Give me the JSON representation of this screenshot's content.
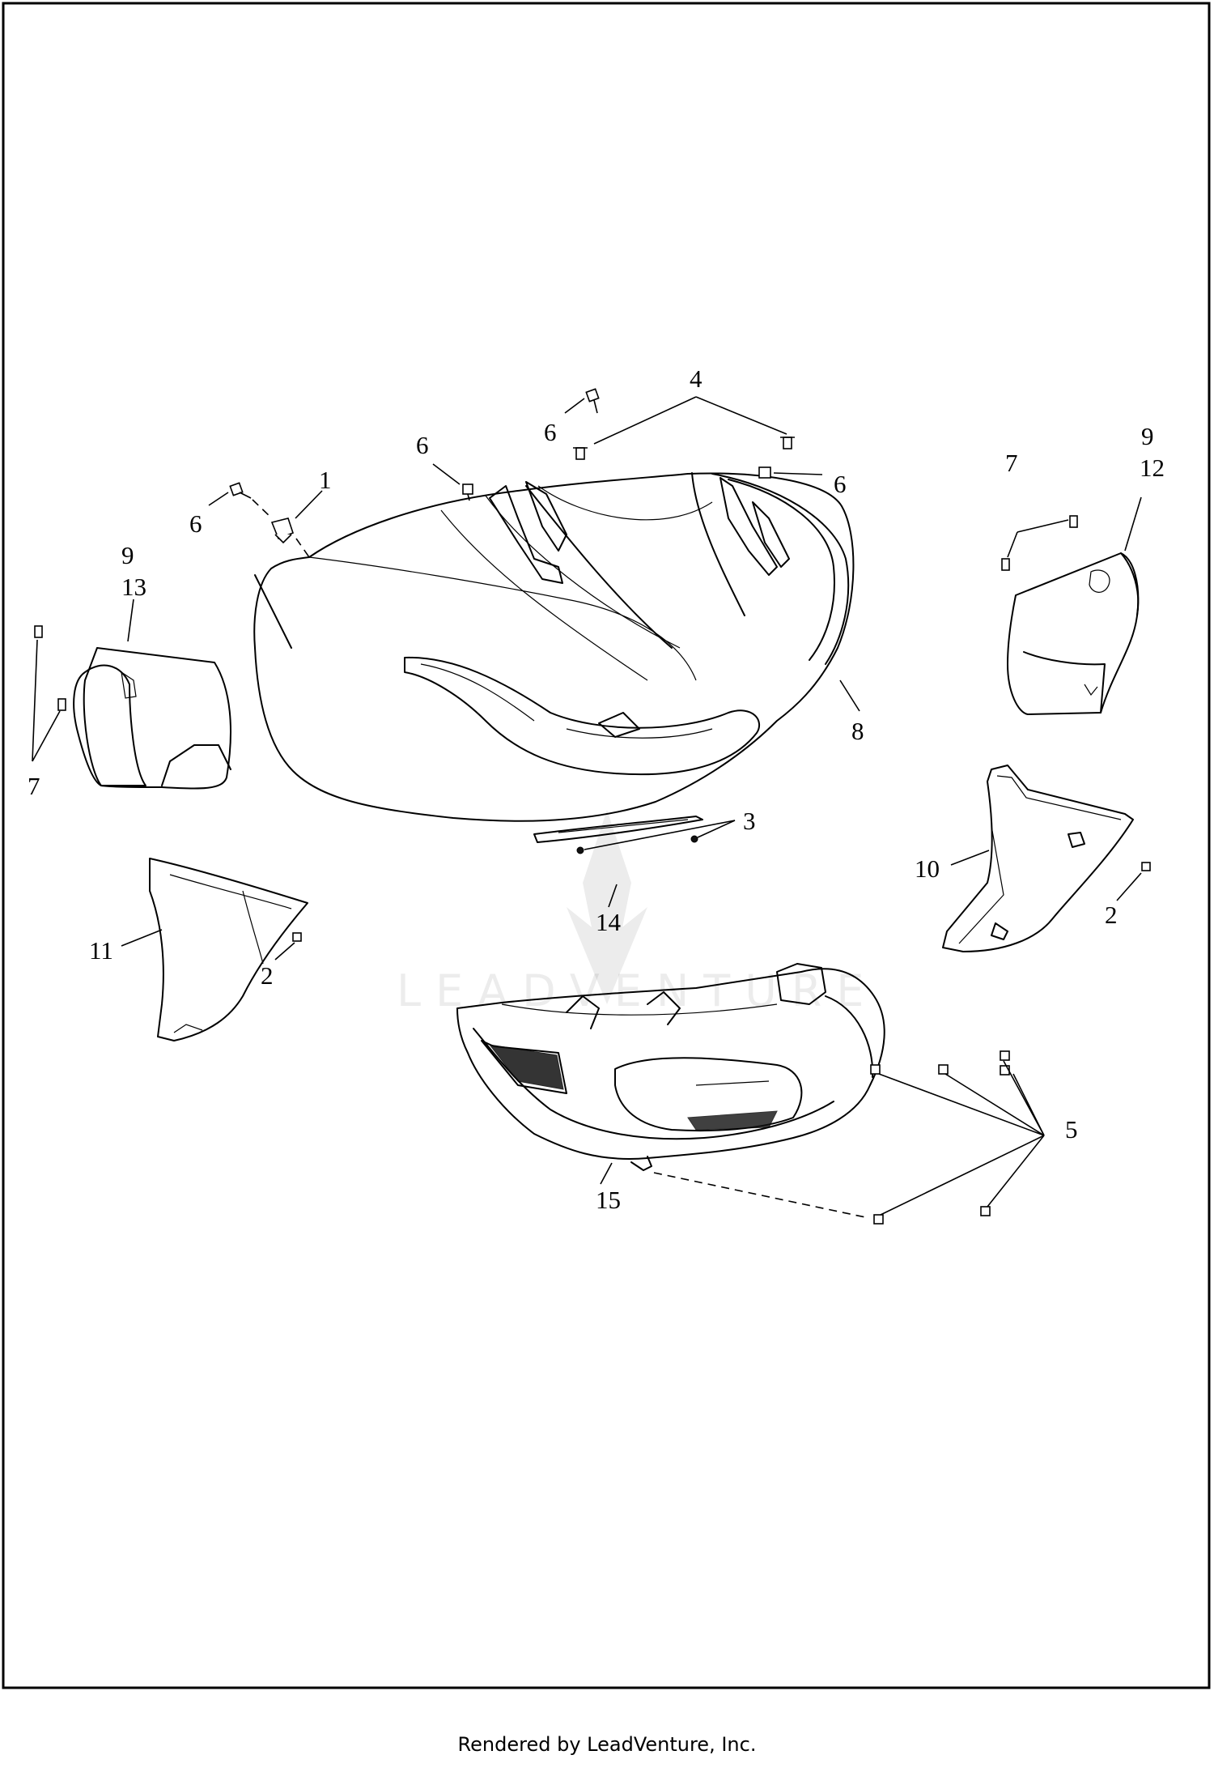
{
  "callouts": [
    {
      "id": "c1",
      "text": "1"
    },
    {
      "id": "c2a",
      "text": "2"
    },
    {
      "id": "c2b",
      "text": "2"
    },
    {
      "id": "c3",
      "text": "3"
    },
    {
      "id": "c4",
      "text": "4"
    },
    {
      "id": "c5",
      "text": "5"
    },
    {
      "id": "c6a",
      "text": "6"
    },
    {
      "id": "c6b",
      "text": "6"
    },
    {
      "id": "c6c",
      "text": "6"
    },
    {
      "id": "c6d",
      "text": "6"
    },
    {
      "id": "c7a",
      "text": "7"
    },
    {
      "id": "c7b",
      "text": "7"
    },
    {
      "id": "c8",
      "text": "8"
    },
    {
      "id": "c9a",
      "text": "9"
    },
    {
      "id": "c9b",
      "text": "9"
    },
    {
      "id": "c10",
      "text": "10"
    },
    {
      "id": "c11",
      "text": "11"
    },
    {
      "id": "c12",
      "text": "12"
    },
    {
      "id": "c13",
      "text": "13"
    },
    {
      "id": "c14",
      "text": "14"
    },
    {
      "id": "c15",
      "text": "15"
    }
  ],
  "watermark": "LEADVENTURE",
  "footer": "Rendered by LeadVenture, Inc.",
  "icons": [
    "leadventure-logo-icon"
  ],
  "colors": {
    "ink": "#000000",
    "paper": "#ffffff"
  }
}
